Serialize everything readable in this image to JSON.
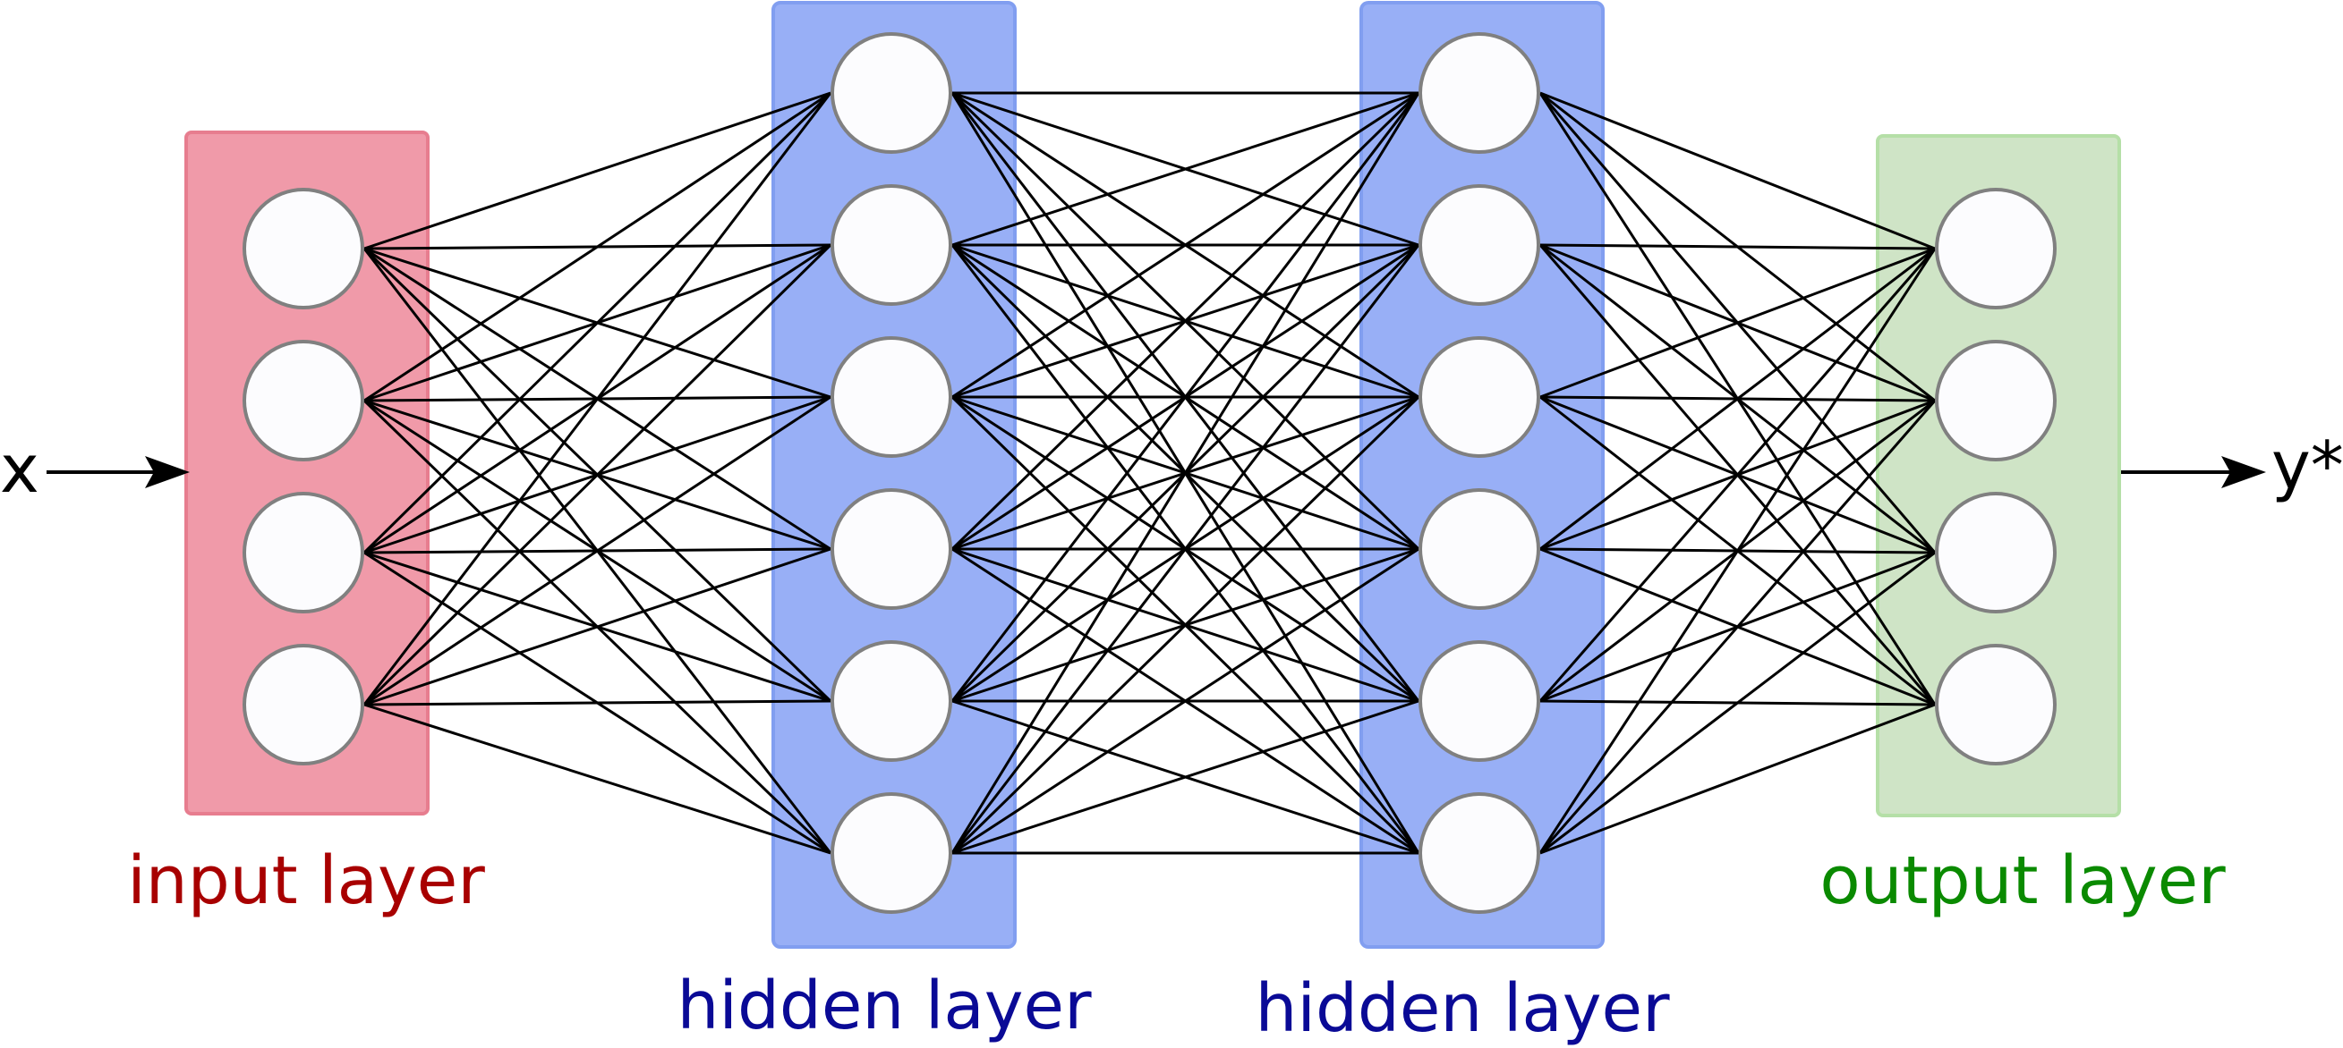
{
  "diagram": {
    "input_symbol": "x",
    "output_symbol": "y*",
    "layers": [
      {
        "label": "input layer",
        "neurons": 4,
        "box_fill": "#f09aa9",
        "box_stroke": "#e77d8f",
        "label_color": "#a80000"
      },
      {
        "label": "hidden layer",
        "neurons": 6,
        "box_fill": "#98aff6",
        "box_stroke": "#819ef0",
        "label_color": "#0a0a96"
      },
      {
        "label": "hidden layer",
        "neurons": 6,
        "box_fill": "#98aff6",
        "box_stroke": "#819ef0",
        "label_color": "#0a0a96"
      },
      {
        "label": "output layer",
        "neurons": 4,
        "box_fill": "#cfe4c6",
        "box_stroke": "#b5dfa7",
        "label_color": "#0a8a00"
      }
    ],
    "edge_color": "#000000",
    "node_fill": "#fcfcfe",
    "node_stroke": "#808080",
    "connectivity": "fully-connected"
  }
}
